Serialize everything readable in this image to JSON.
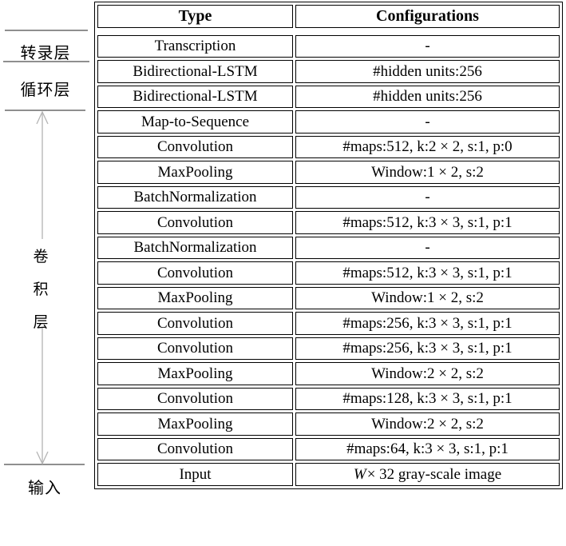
{
  "left_panel": {
    "transcription_label": "转录层",
    "recurrent_label": "循环层",
    "conv_label_chars": [
      "卷",
      "积",
      "层"
    ],
    "input_label": "输入"
  },
  "table": {
    "headers": {
      "type": "Type",
      "config": "Configurations"
    },
    "rows": [
      {
        "type": "Transcription",
        "config": "-"
      },
      {
        "type": "Bidirectional-LSTM",
        "config": "#hidden units:256"
      },
      {
        "type": "Bidirectional-LSTM",
        "config": "#hidden units:256"
      },
      {
        "type": "Map-to-Sequence",
        "config": "-"
      },
      {
        "type": "Convolution",
        "config": "#maps:512, k:2 × 2, s:1, p:0"
      },
      {
        "type": "MaxPooling",
        "config": "Window:1 × 2, s:2"
      },
      {
        "type": "BatchNormalization",
        "config": "-"
      },
      {
        "type": "Convolution",
        "config": "#maps:512, k:3 × 3, s:1, p:1"
      },
      {
        "type": "BatchNormalization",
        "config": "-"
      },
      {
        "type": "Convolution",
        "config": "#maps:512, k:3 × 3, s:1, p:1"
      },
      {
        "type": "MaxPooling",
        "config": "Window:1 × 2, s:2"
      },
      {
        "type": "Convolution",
        "config": "#maps:256, k:3 × 3, s:1, p:1"
      },
      {
        "type": "Convolution",
        "config": "#maps:256, k:3 × 3, s:1, p:1"
      },
      {
        "type": "MaxPooling",
        "config": "Window:2 × 2, s:2"
      },
      {
        "type": "Convolution",
        "config": "#maps:128, k:3 × 3, s:1, p:1"
      },
      {
        "type": "MaxPooling",
        "config": "Window:2 × 2, s:2"
      },
      {
        "type": "Convolution",
        "config": "#maps:64, k:3 × 3, s:1, p:1"
      },
      {
        "type": "Input",
        "config_italic_prefix": "W",
        "config": " × 32 gray-scale image"
      }
    ]
  },
  "colors": {
    "table_border": "#000000",
    "text": "#000000",
    "section_line": "#8f8f8f",
    "arrow": "#b4b4b4"
  }
}
